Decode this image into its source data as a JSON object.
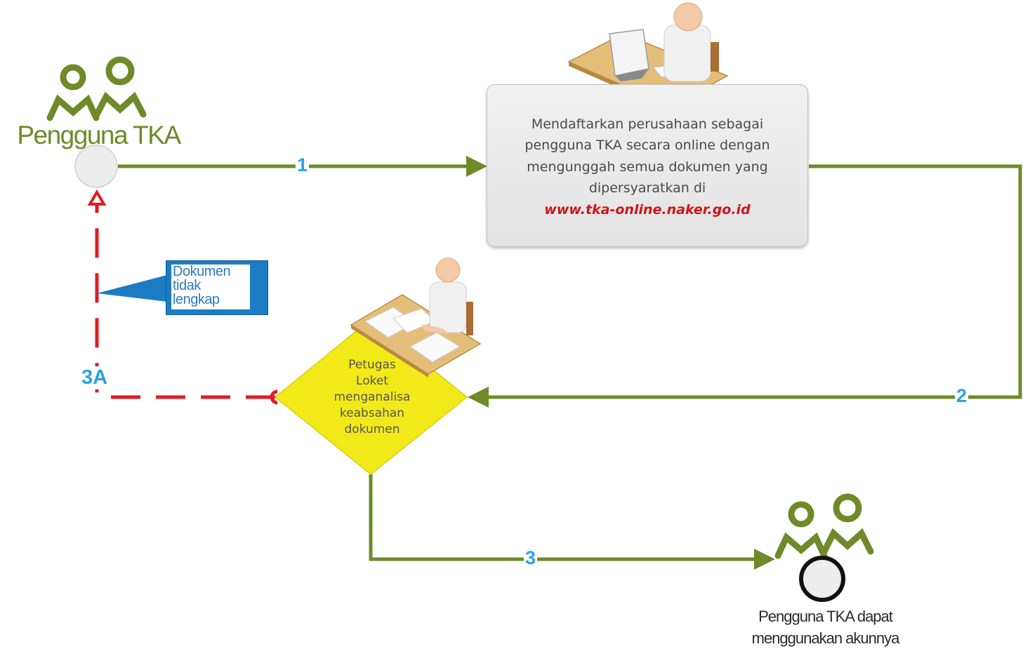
{
  "diagram": {
    "actor_start": {
      "label": "Pengguna TKA"
    },
    "process_register": {
      "text_lines": [
        "Mendaftarkan perusahaan sebagai",
        "pengguna TKA secara online dengan",
        "mengunggah semua dokumen yang",
        "dipersyaratkan di"
      ],
      "url": "www.tka-online.naker.go.id"
    },
    "decision_check": {
      "label": "Petugas\nLoket\nmenganalisa\nkeabsahan\ndokumen"
    },
    "note_incomplete": {
      "lines": [
        "Dokumen",
        "tidak",
        "lengkap"
      ]
    },
    "actor_end": {
      "label": "Pengguna TKA dapat\nmenggunakan akunnya"
    },
    "steps": {
      "s1": "1",
      "s2": "2",
      "s3": "3",
      "s3a": "3A"
    },
    "colors": {
      "flow_line": "#6f8a28",
      "actor_icon": "#6f8a28",
      "reject_line": "#e31b23",
      "step_number": "#2aa5e0",
      "decision_fill": "#f2ea18",
      "note_fill": "#1b7cc4",
      "url_text": "#d0141b"
    }
  }
}
